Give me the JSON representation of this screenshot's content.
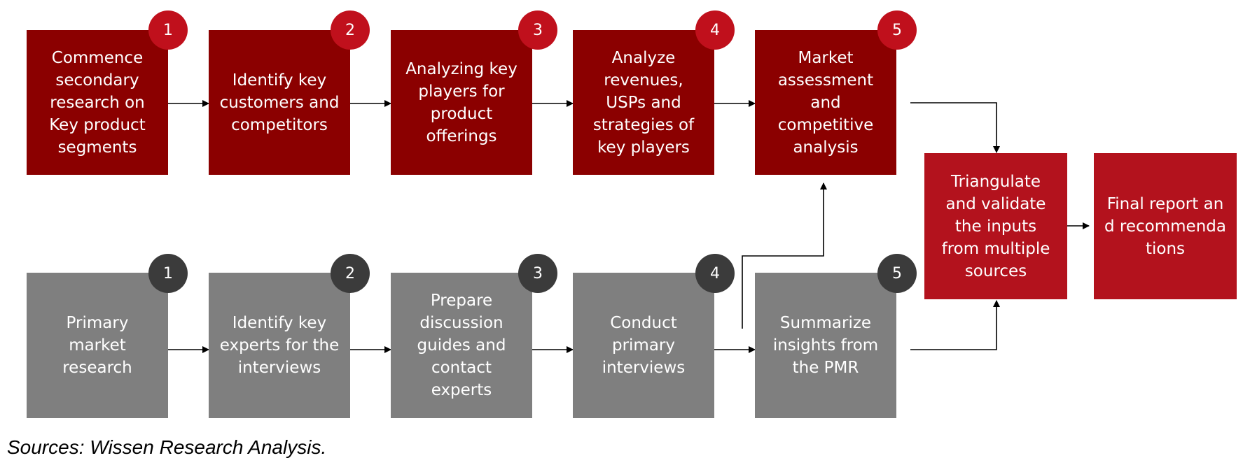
{
  "colors": {
    "secondary_box": "#8b0000",
    "primary_box": "#7f7f7f",
    "final_box": "#b3121d",
    "secondary_badge": "#c0101c",
    "primary_badge": "#3b3b3b",
    "arrow": "#000000"
  },
  "secondary_steps": [
    {
      "number": "1",
      "label": "Commence secondary research on Key product segments"
    },
    {
      "number": "2",
      "label": "Identify key customers and competitors"
    },
    {
      "number": "3",
      "label": "Analyzing key players for product offerings"
    },
    {
      "number": "4",
      "label": "Analyze revenues, USPs and strategies of key players"
    },
    {
      "number": "5",
      "label": "Market assessment and competitive analysis"
    }
  ],
  "primary_steps": [
    {
      "number": "1",
      "label": "Primary market research"
    },
    {
      "number": "2",
      "label": "Identify key experts for the interviews"
    },
    {
      "number": "3",
      "label": "Prepare discussion guides and contact experts"
    },
    {
      "number": "4",
      "label": "Conduct primary interviews"
    },
    {
      "number": "5",
      "label": "Summarize insights from the PMR"
    }
  ],
  "triangulate": {
    "label": "Triangulate and validate the inputs from multiple sources"
  },
  "final": {
    "label": "Final report and recommendations"
  },
  "source_note": "Sources: Wissen Research Analysis."
}
